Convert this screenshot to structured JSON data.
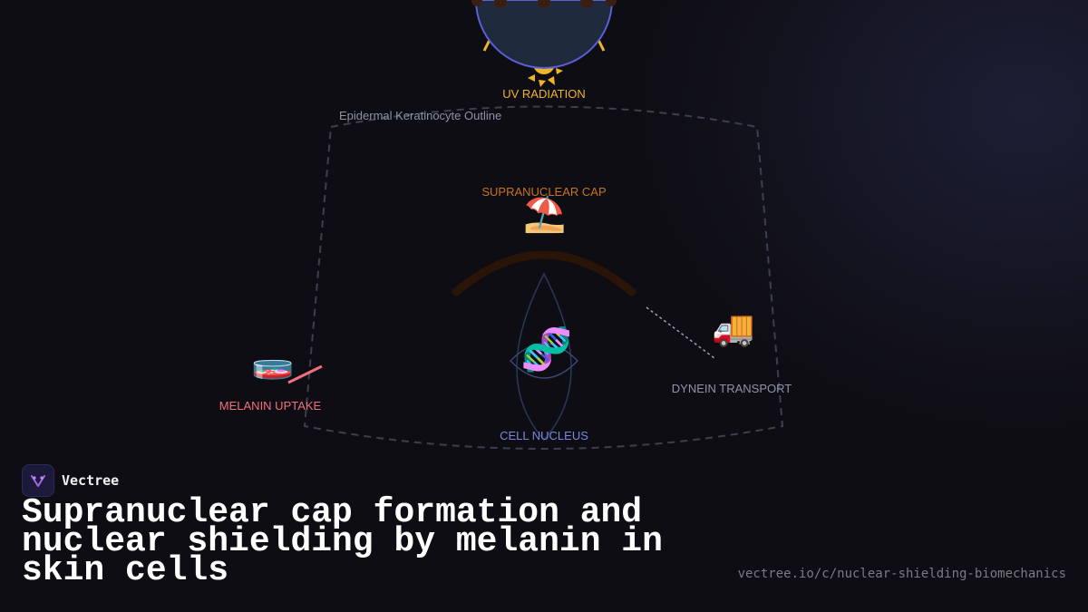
{
  "labels": {
    "uv": "UV RADIATION",
    "outline": "Epidermal Keratinocyte Outline",
    "cap": "SUPRANUCLEAR CAP",
    "melanin": "MELANIN UPTAKE",
    "dynein": "DYNEIN TRANSPORT",
    "nucleus": "CELL NUCLEUS"
  },
  "icons": {
    "sun": "sun-icon",
    "umbrella": "beach-umbrella-icon",
    "petri": "petri-dish-icon",
    "truck": "delivery-truck-icon",
    "dna": "dna-icon",
    "brand": "vectree-logo-icon"
  },
  "emoji": {
    "umbrella": "⛱️",
    "petri": "🧫",
    "truck": "🚚",
    "dna": "🧬"
  },
  "colors": {
    "uv": "#f0b429",
    "cap_label": "#c8731f",
    "melanin": "#f07080",
    "nucleus_label": "#7b86e0",
    "muted_label": "#8d93a8",
    "sun_ring": "#5b5fd6"
  },
  "brand": {
    "name": "Vectree"
  },
  "title": "Supranuclear cap formation and nuclear shielding by melanin in skin cells",
  "url": "vectree.io/c/nuclear-shielding-biomechanics"
}
